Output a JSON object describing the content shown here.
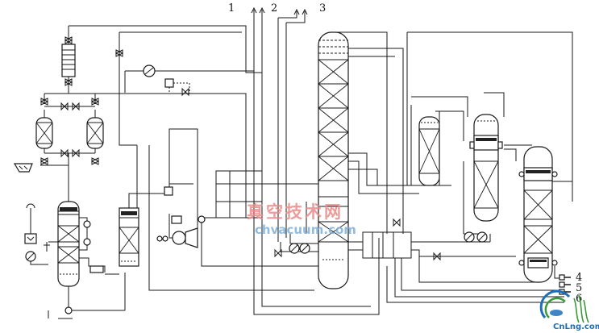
{
  "diagram": {
    "stream_labels": [
      "1",
      "2",
      "3",
      "4",
      "5",
      "6"
    ],
    "watermark_text": "真空技术网",
    "watermark_url": "chvacuum.com",
    "brand_logo_text": "CnLng.com",
    "colors": {
      "line": "#1a1a1a",
      "watermark_text": "#ea8a8a",
      "watermark_url": "#7fb0d8",
      "brand": "#1f6fb8",
      "brand_green": "#3a9a3a"
    }
  }
}
